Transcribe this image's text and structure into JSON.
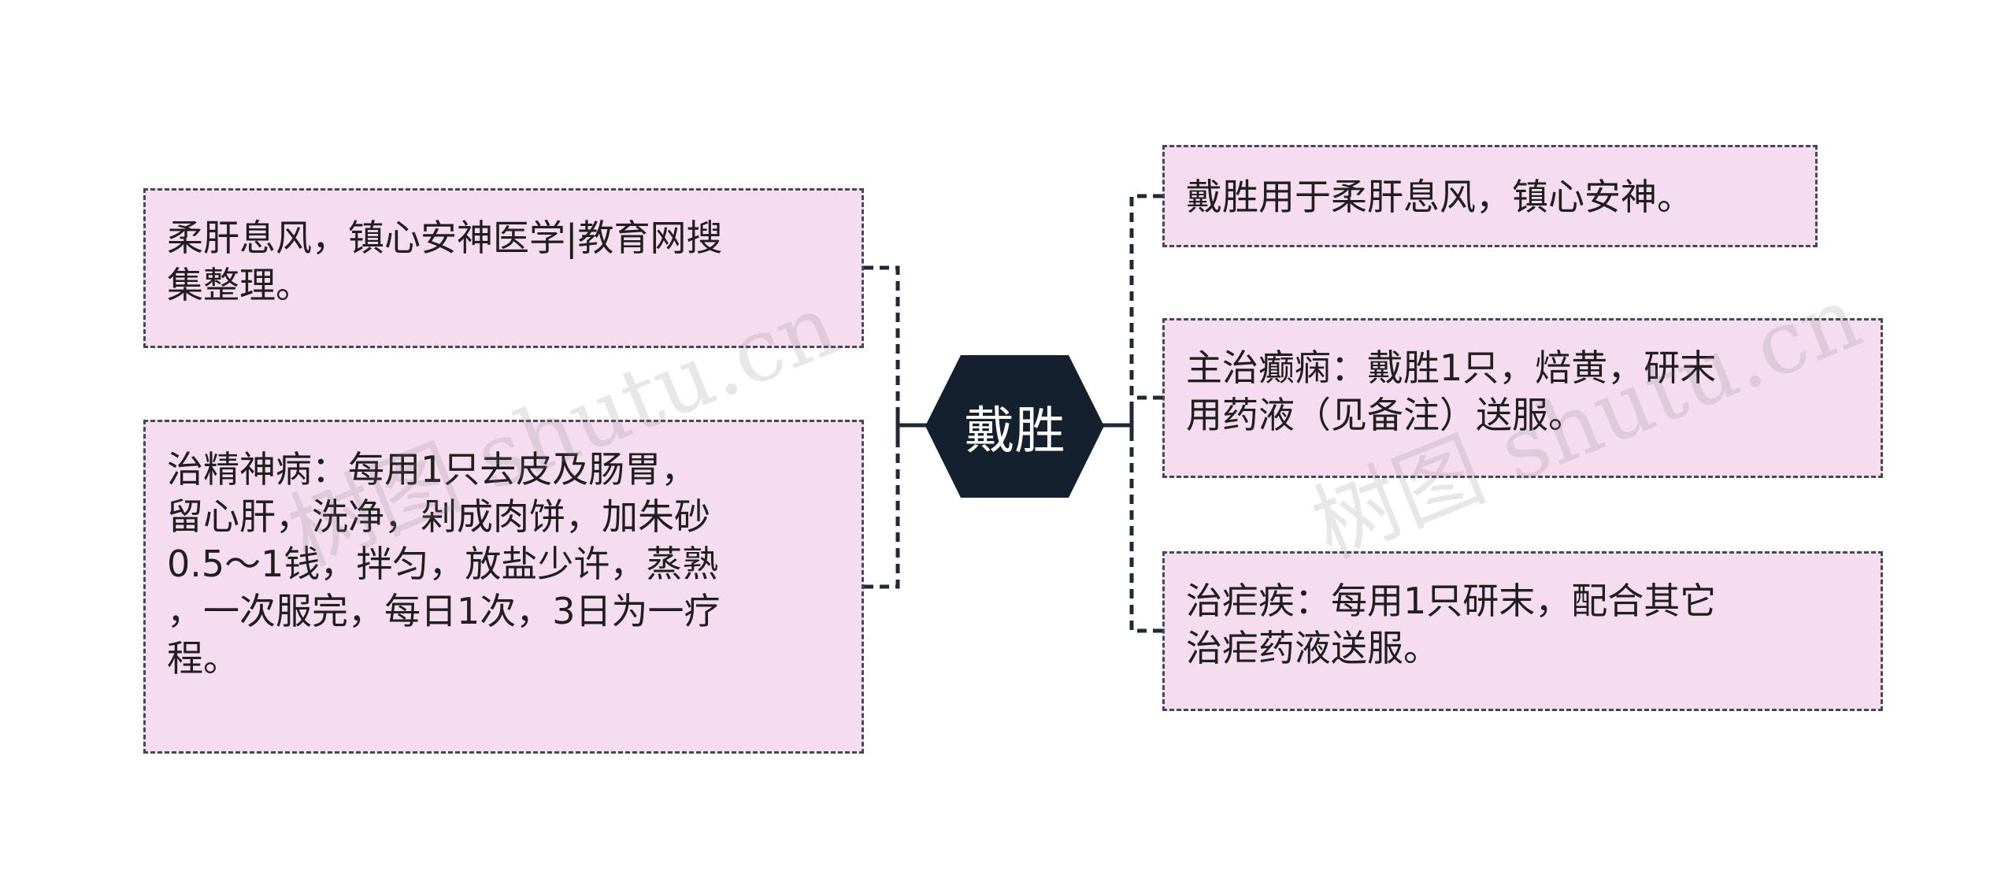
{
  "center": {
    "label": "戴胜"
  },
  "left_nodes": [
    {
      "lines": [
        "柔肝息风，镇心安神医学|教育网搜",
        "集整理。"
      ]
    },
    {
      "lines": [
        "治精神病：每用1只去皮及肠胃，",
        "留心肝，洗净，剁成肉饼，加朱砂",
        "0.5～1钱，拌匀，放盐少许，蒸熟",
        "，一次服完，每日1次，3日为一疗",
        "程。"
      ]
    }
  ],
  "right_nodes": [
    {
      "lines": [
        "戴胜用于柔肝息风，镇心安神。"
      ]
    },
    {
      "lines": [
        "主治癫痫：戴胜1只，焙黄，研末",
        "用药液（见备注）送服。"
      ]
    },
    {
      "lines": [
        "治疟疾：每用1只研末，配合其它",
        "治疟药液送服。"
      ]
    }
  ],
  "watermark": "树图 shutu.cn",
  "colors": {
    "node_fill": "#f6dcef",
    "node_border": "#444a52",
    "center_fill": "#14202e",
    "connector": "#1f2a36"
  }
}
